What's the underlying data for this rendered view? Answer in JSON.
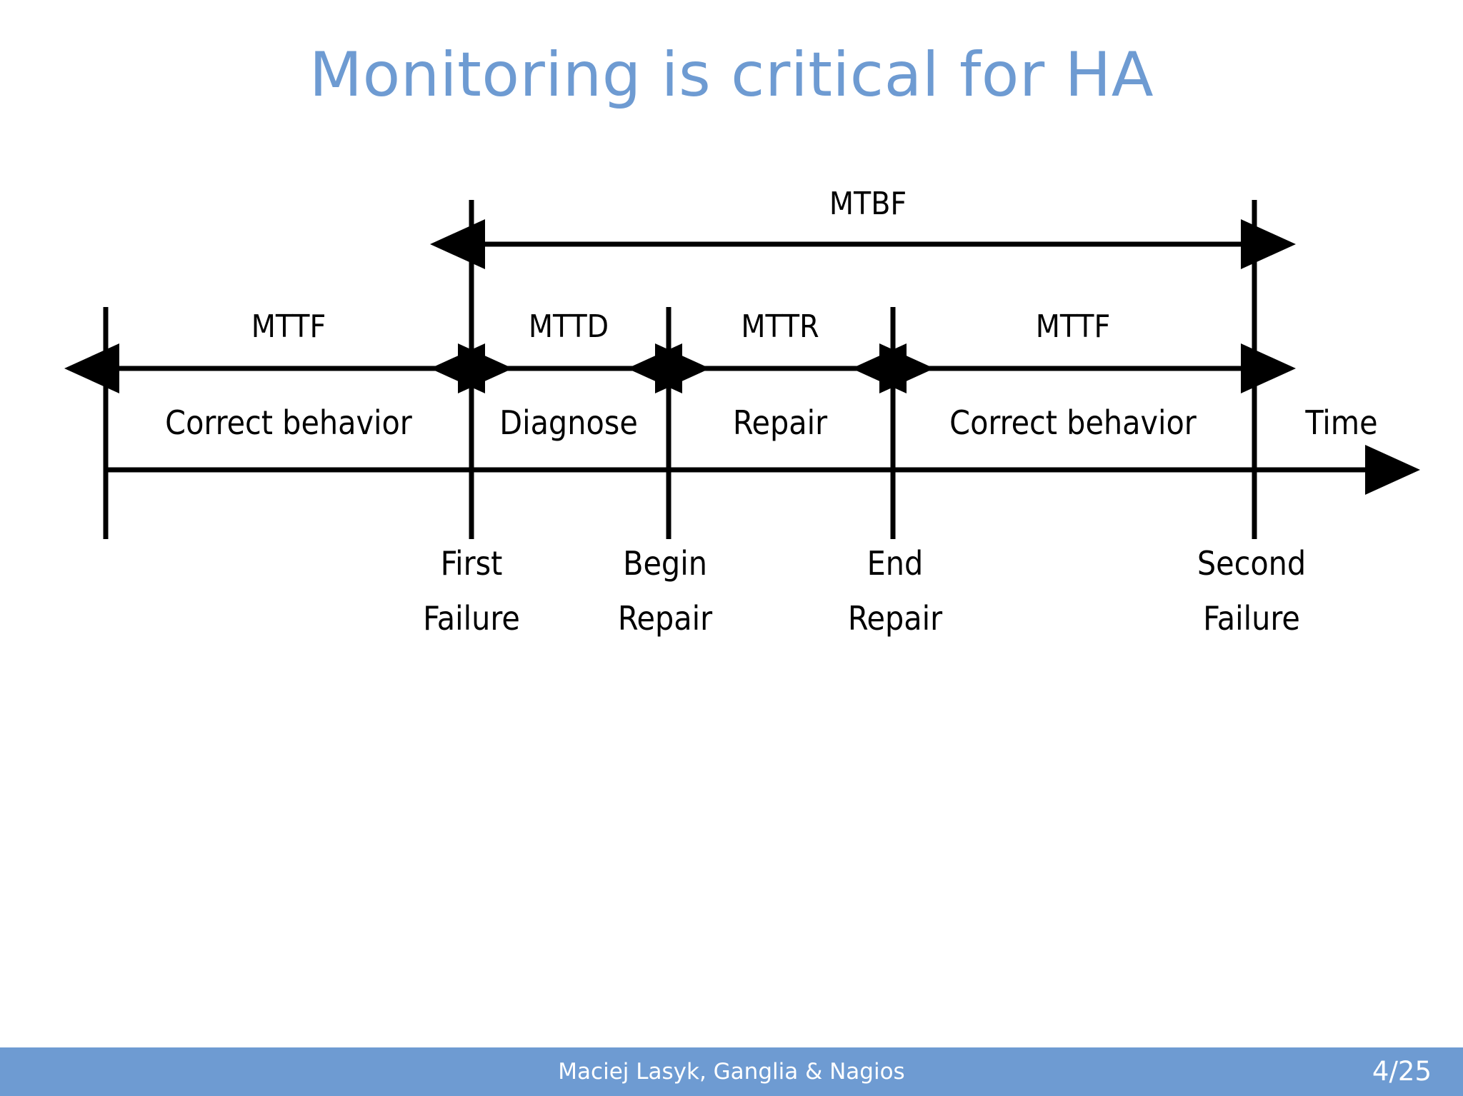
{
  "slide": {
    "title": "Monitoring is critical for HA",
    "title_color": "#6e9bd2",
    "background_color": "#ffffff"
  },
  "diagram": {
    "name": "mtbf-timeline-diagram",
    "axis_label": "Time",
    "spans": {
      "mtbf": "MTBF",
      "mttf_first": "MTTF",
      "mttd": "MTTD",
      "mttr": "MTTR",
      "mttf_second": "MTTF"
    },
    "phases": {
      "correct_behavior_first": "Correct behavior",
      "diagnose": "Diagnose",
      "repair": "Repair",
      "correct_behavior_second": "Correct behavior"
    },
    "events": {
      "first_failure_line1": "First",
      "first_failure_line2": "Failure",
      "begin_repair_line1": "Begin",
      "begin_repair_line2": "Repair",
      "end_repair_line1": "End",
      "end_repair_line2": "Repair",
      "second_failure_line1": "Second",
      "second_failure_line2": "Failure"
    },
    "line_color": "#000000"
  },
  "footer": {
    "credit": "Maciej Lasyk, Ganglia & Nagios",
    "page": "4/25",
    "bar_color": "#6e9bd2",
    "text_color": "#ffffff"
  }
}
